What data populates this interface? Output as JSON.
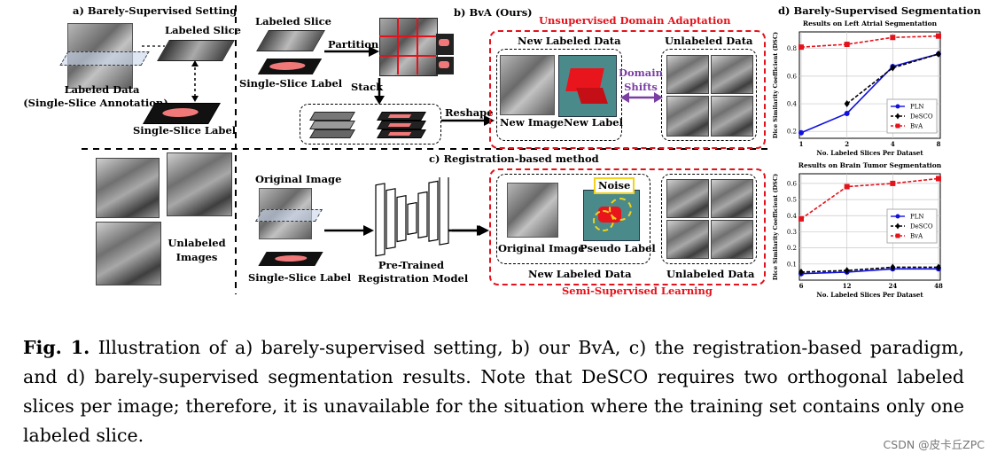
{
  "panel_a": {
    "title": "a) Barely-Supervised Setting",
    "labeled_slice": "Labeled Slice",
    "labeled_data": "Labeled Data",
    "single_slice_annotation": "(Single-Slice Annotation)",
    "single_slice_label": "Single-Slice Label",
    "unlabeled_images_1": "Unlabeled",
    "unlabeled_images_2": "Images"
  },
  "panel_b": {
    "title": "b) BvA (Ours)",
    "labeled_slice": "Labeled Slice",
    "single_slice_label": "Single-Slice Label",
    "partition": "Partition",
    "stack": "Stack",
    "reshape": "Reshape",
    "uda_title": "Unsupervised Domain Adaptation",
    "new_labeled_data": "New Labeled Data",
    "unlabeled_data": "Unlabeled Data",
    "new_image": "New Image",
    "new_label": "New Label",
    "domain_shifts_1": "Domain",
    "domain_shifts_2": "Shifts"
  },
  "panel_c": {
    "title": "c) Registration-based method",
    "original_image": "Original Image",
    "single_slice_label": "Single-Slice Label",
    "pretrained_1": "Pre-Trained",
    "pretrained_2": "Registration Model",
    "noise": "Noise",
    "original_image_2": "Original Image",
    "pseudo_label": "Pseudo Label",
    "new_labeled_data": "New Labeled Data",
    "unlabeled_data": "Unlabeled Data",
    "ssl_title": "Semi-Supervised Learning"
  },
  "panel_d": {
    "title": "d) Barely-Supervised Segmentation"
  },
  "colors": {
    "pln": "#1010e0",
    "desco": "#000000",
    "bva": "#e4121b",
    "accent_red": "#e4121b",
    "accent_purple": "#7b3fa3"
  },
  "chart_data": [
    {
      "type": "line",
      "title": "Results on Left Atrial Segmentation",
      "xlabel": "No. Labeled Slices Per Dataset",
      "ylabel": "Dice Similarity Coefficient (DSC)",
      "x": [
        1,
        2,
        4,
        8
      ],
      "xticks": [
        "1",
        "2",
        "4",
        "8"
      ],
      "ylim": [
        0.15,
        0.92
      ],
      "yticks": [
        "0.2",
        "0.4",
        "0.6",
        "0.8"
      ],
      "yticks_values": [
        0.2,
        0.4,
        0.6,
        0.8
      ],
      "grid": true,
      "legend": "lower-right",
      "series": [
        {
          "name": "PLN",
          "x": [
            1,
            2,
            4,
            8
          ],
          "values": [
            0.19,
            0.33,
            0.67,
            0.76
          ]
        },
        {
          "name": "DeSCO",
          "x": [
            2,
            4,
            8
          ],
          "values": [
            0.4,
            0.66,
            0.76
          ]
        },
        {
          "name": "BvA",
          "x": [
            1,
            2,
            4,
            8
          ],
          "values": [
            0.81,
            0.83,
            0.88,
            0.89
          ]
        }
      ]
    },
    {
      "type": "line",
      "title": "Results on Brain Tumor Segmentation",
      "xlabel": "No. Labeled Slices Per Dataset",
      "ylabel": "Dice Similarity Coefficient (DSC)",
      "x": [
        6,
        12,
        24,
        48
      ],
      "xticks": [
        "6",
        "12",
        "24",
        "48"
      ],
      "ylim": [
        0.0,
        0.66
      ],
      "yticks": [
        "0.1",
        "0.2",
        "0.3",
        "0.4",
        "0.5",
        "0.6"
      ],
      "yticks_values": [
        0.1,
        0.2,
        0.3,
        0.4,
        0.5,
        0.6
      ],
      "grid": true,
      "legend": "center-right",
      "series": [
        {
          "name": "PLN",
          "x": [
            6,
            12,
            24,
            48
          ],
          "values": [
            0.04,
            0.05,
            0.07,
            0.07
          ]
        },
        {
          "name": "DeSCO",
          "x": [
            6,
            12,
            24,
            48
          ],
          "values": [
            0.05,
            0.06,
            0.08,
            0.08
          ]
        },
        {
          "name": "BvA",
          "x": [
            6,
            12,
            24,
            48
          ],
          "values": [
            0.38,
            0.58,
            0.6,
            0.63
          ]
        }
      ]
    }
  ],
  "caption": {
    "fig_label": "Fig. 1.",
    "text": "Illustration of a) barely-supervised setting, b) our BvA, c) the registration-based paradigm, and d) barely-supervised segmentation results. Note that DeSCO requires two orthogonal labeled slices per image; therefore, it is unavailable for the situation where the training set contains only one labeled slice."
  },
  "watermark": "CSDN @皮卡丘ZPC"
}
